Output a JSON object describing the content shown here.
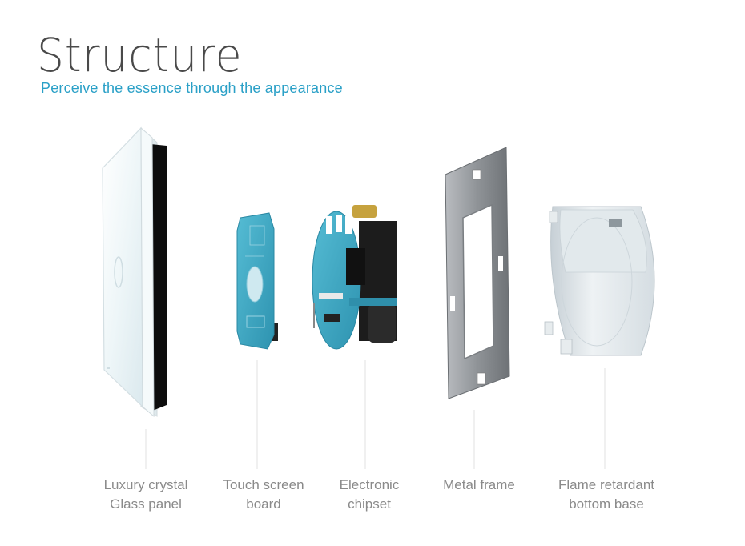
{
  "header": {
    "title": "Structure",
    "subtitle": "Perceive the essence  through the appearance"
  },
  "components": [
    {
      "line1": "Luxury crystal",
      "line2": "Glass panel"
    },
    {
      "line1": "Touch screen",
      "line2": "board"
    },
    {
      "line1": "Electronic",
      "line2": "chipset"
    },
    {
      "line1": "Metal frame",
      "line2": ""
    },
    {
      "line1": "Flame retardant",
      "line2": "bottom base"
    }
  ],
  "colors": {
    "accent": "#2aa0c7",
    "title": "#4a4a4a",
    "label": "#8a8a8a",
    "pcb": "#3aa6c2"
  }
}
